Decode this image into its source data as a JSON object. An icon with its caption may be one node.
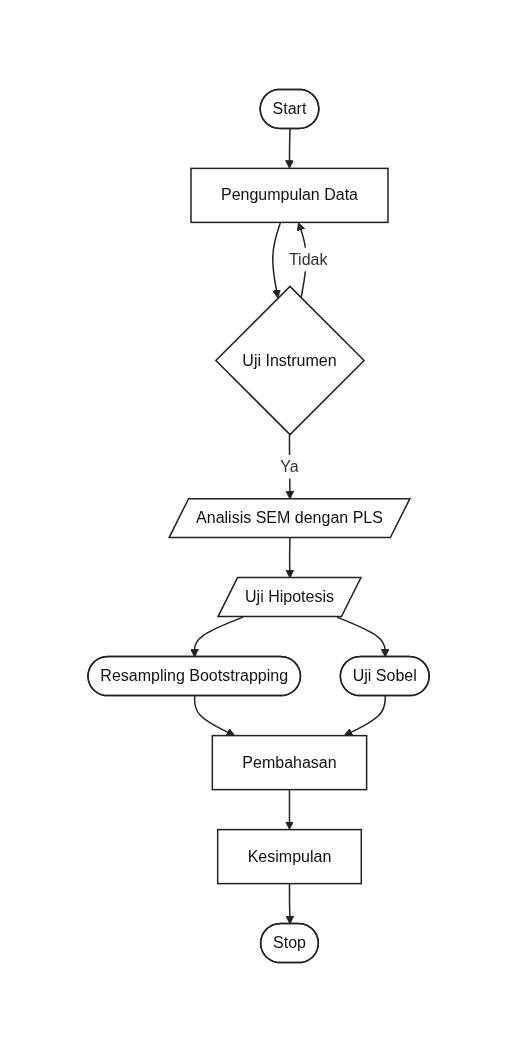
{
  "diagram": {
    "nodes": [
      {
        "text": [
          "Start"
        ]
      },
      {
        "text": [
          "Pengumpulan Data"
        ]
      },
      {
        "text": [
          "Uji Instrumen"
        ]
      },
      {
        "text": [
          "Analisis SEM dengan PLS"
        ]
      },
      {
        "text": [
          "Uji Hipotesis"
        ]
      },
      {
        "text": [
          "Resampling Bootstrapping"
        ]
      },
      {
        "text": [
          "Uji Sobel"
        ]
      },
      {
        "text": [
          "Pembahasan"
        ]
      },
      {
        "text": [
          "Kesimpulan"
        ]
      },
      {
        "text": [
          "Stop"
        ]
      }
    ],
    "edges": [
      {
        "from": 0,
        "to": 1,
        "arrow": "to"
      },
      {
        "from": 1,
        "to": 2,
        "arrow": "to"
      },
      {
        "from": 2,
        "to": 1,
        "arrow": "to",
        "label": "Tidak"
      },
      {
        "from": 2,
        "to": 3,
        "arrow": "to",
        "label": "Ya"
      },
      {
        "from": 3,
        "to": 4,
        "arrow": "to"
      },
      {
        "from": 4,
        "to": 5,
        "arrow": "to"
      },
      {
        "from": 4,
        "to": 6,
        "arrow": "to"
      },
      {
        "from": 5,
        "to": 7,
        "arrow": "to"
      },
      {
        "from": 6,
        "to": 7,
        "arrow": "to"
      },
      {
        "from": 7,
        "to": 8,
        "arrow": "to"
      },
      {
        "from": 8,
        "to": 9,
        "arrow": "to"
      }
    ]
  }
}
